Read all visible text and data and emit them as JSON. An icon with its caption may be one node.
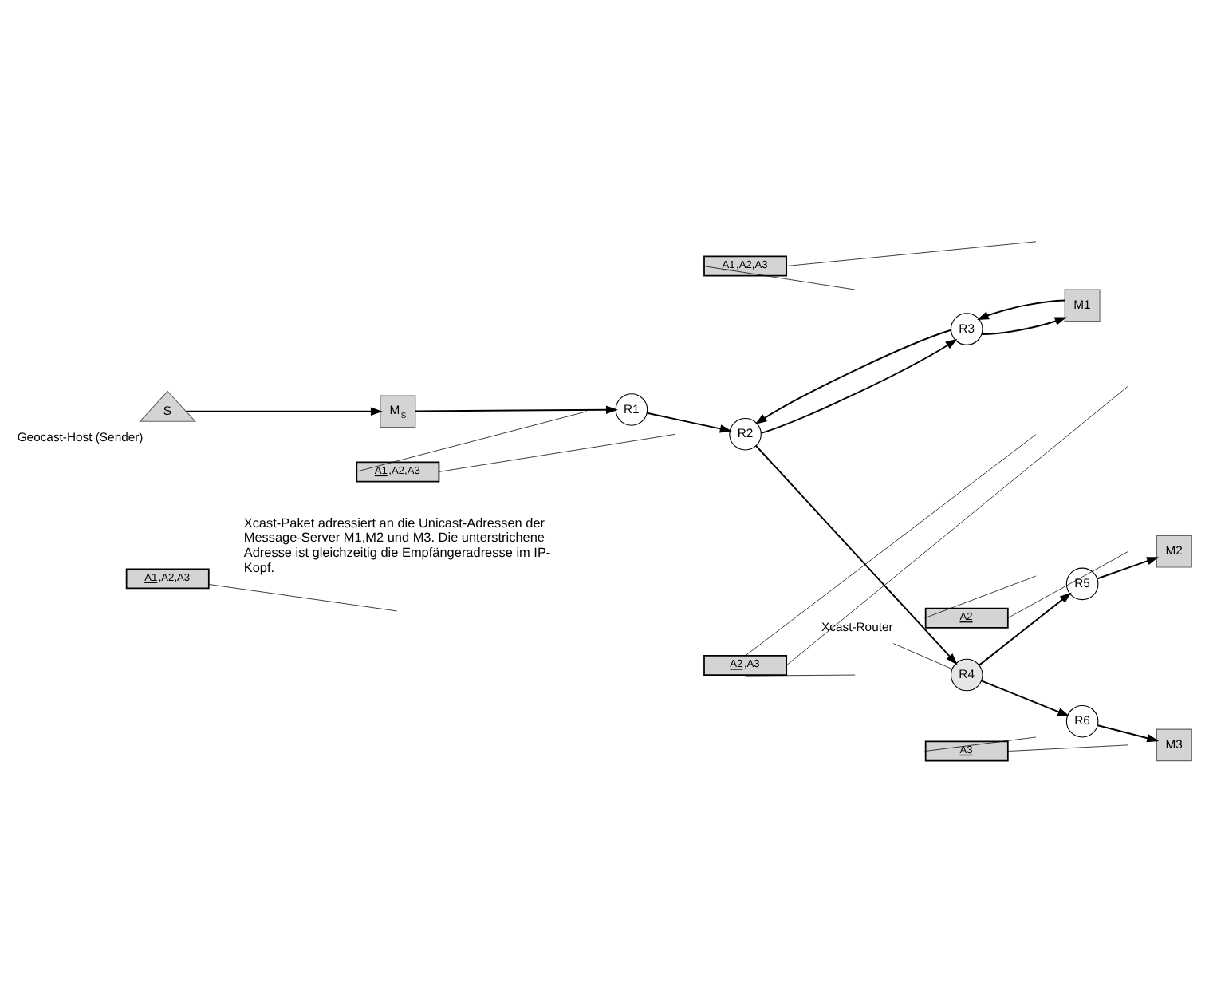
{
  "diagram": {
    "nodes": [
      {
        "text": [
          "S"
        ],
        "beside": [
          "Geocast-Host (Sender)"
        ]
      },
      {
        "text": [
          "M$_{S}$"
        ]
      },
      {
        "text": [
          "R1"
        ]
      },
      {
        "text": [
          "R2"
        ]
      },
      {
        "text": [
          "R3"
        ]
      },
      {
        "text": [
          "M1"
        ]
      },
      {
        "text": [
          "R4"
        ]
      },
      {
        "text": [
          "R5"
        ]
      },
      {
        "text": [
          "M2"
        ]
      },
      {
        "text": [
          "R6"
        ]
      },
      {
        "text": [
          "M3"
        ]
      },
      {
        "text": [
          "Xcast-Router"
        ]
      },
      {
        "text": [
          "A1,A2,A3"
        ]
      },
      {
        "text": [
          "A1,A2,A3"
        ]
      },
      {
        "text": [
          "A2,A3"
        ]
      },
      {
        "text": [
          "A2"
        ]
      },
      {
        "text": [
          "A3"
        ]
      },
      {
        "text": [
          "A1,A2,A3"
        ]
      }
    ],
    "edges": [
      {
        "from": 0,
        "to": 1,
        "arrow": "to"
      },
      {
        "from": 1,
        "to": 2,
        "arrow": "to"
      },
      {
        "from": 2,
        "to": 3,
        "arrow": "to"
      },
      {
        "from": 3,
        "to": 4,
        "arrow": "to"
      },
      {
        "from": 4,
        "to": 5,
        "arrow": "to"
      },
      {
        "from": 5,
        "to": 4,
        "arrow": "to"
      },
      {
        "from": 4,
        "to": 3,
        "arrow": "to"
      },
      {
        "from": 3,
        "to": 6,
        "arrow": "to"
      },
      {
        "from": 6,
        "to": 7,
        "arrow": "to"
      },
      {
        "from": 7,
        "to": 8,
        "arrow": "to"
      },
      {
        "from": 6,
        "to": 9,
        "arrow": "to"
      },
      {
        "from": 9,
        "to": 10,
        "arrow": "to"
      },
      {
        "from": 11,
        "to": 6,
        "arrow": "none"
      },
      {
        "from": 12,
        "to": null,
        "arrow": "none"
      },
      {
        "from": 12,
        "to": null,
        "arrow": "none"
      },
      {
        "from": 13,
        "to": null,
        "arrow": "none"
      },
      {
        "from": 13,
        "to": null,
        "arrow": "none"
      },
      {
        "from": 14,
        "to": null,
        "arrow": "none"
      },
      {
        "from": 14,
        "to": null,
        "arrow": "none"
      },
      {
        "from": 14,
        "to": null,
        "arrow": "none"
      },
      {
        "from": 15,
        "to": null,
        "arrow": "none"
      },
      {
        "from": 15,
        "to": null,
        "arrow": "none"
      },
      {
        "from": 16,
        "to": null,
        "arrow": "none"
      },
      {
        "from": 16,
        "to": null,
        "arrow": "none"
      },
      {
        "from": 17,
        "to": null,
        "arrow": "none"
      }
    ],
    "legend": [
      {
        "text": "Xcast-Paket adressiert an die Unicast-Adressen der Message-Server M1,M2 und M3. Die unterstrichene Adresse ist gleichzeitig die Empfängeradresse im IP-Kopf."
      }
    ]
  }
}
